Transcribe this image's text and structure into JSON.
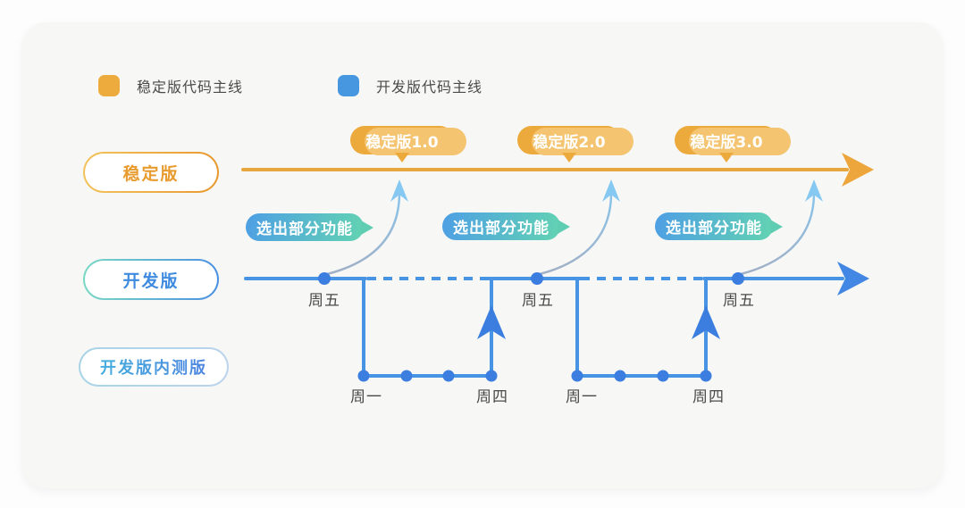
{
  "legend": {
    "stable": {
      "label": "稳定版代码主线",
      "color": "#EDAB3E"
    },
    "dev": {
      "label": "开发版代码主线",
      "color": "#4796E0"
    }
  },
  "lanes": {
    "stable": {
      "label": "稳定版"
    },
    "dev": {
      "label": "开发版"
    },
    "beta": {
      "label": "开发版内测版"
    }
  },
  "releases": [
    {
      "label": "稳定版1.0"
    },
    {
      "label": "稳定版2.0"
    },
    {
      "label": "稳定版3.0"
    }
  ],
  "feature_badges": [
    {
      "label": "选出部分功能"
    },
    {
      "label": "选出部分功能"
    },
    {
      "label": "选出部分功能"
    }
  ],
  "timeline_labels": {
    "fridays": [
      "周五",
      "周五",
      "周五"
    ],
    "mondays": [
      "周一",
      "周一"
    ],
    "thursdays": [
      "周四",
      "周四"
    ]
  },
  "colors": {
    "orange": "#EDAA3C",
    "orange_light_ghost": "#F4C471",
    "stable_line": "#E8A63E",
    "blue_line": "#4793E4",
    "dot_blue": "#3C7EE0",
    "teal": "#5FD0B4",
    "curve_arrow_light_blue": "#85C8F2",
    "text_dark": "#4A4A4A",
    "card_background": "#F7F7F6"
  }
}
